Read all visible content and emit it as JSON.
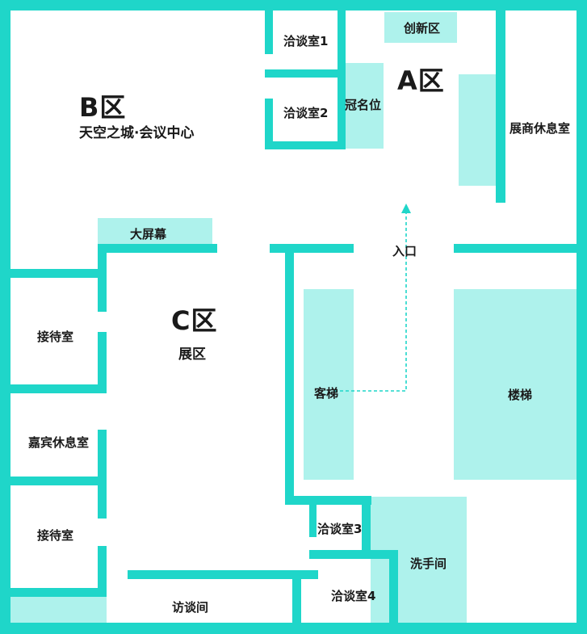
{
  "colors": {
    "wall": "#1fd6c9",
    "zone": "#aef2ec",
    "text": "#1a1a1a",
    "path": "#1fd6c9"
  },
  "zones": {
    "a": {
      "title": "A区"
    },
    "b": {
      "title": "B区",
      "subtitle": "天空之城·会议中心"
    },
    "c": {
      "title": "C区",
      "subtitle": "展区"
    }
  },
  "rooms": {
    "meeting1": "洽谈室1",
    "meeting2": "洽谈室2",
    "meeting3": "洽谈室3",
    "meeting4": "洽谈室4",
    "innovation": "创新区",
    "naming": "冠名位",
    "exhibitor_lounge": "展商休息室",
    "big_screen": "大屏幕",
    "entrance": "入口",
    "reception_upper": "接待室",
    "reception_lower": "接待室",
    "vip_lounge": "嘉宾休息室",
    "passenger_elevator": "客梯",
    "stairs": "楼梯",
    "restroom": "洗手间",
    "interview_room": "访谈间"
  },
  "icons": {
    "route": "dashed-route-arrow-icon"
  }
}
